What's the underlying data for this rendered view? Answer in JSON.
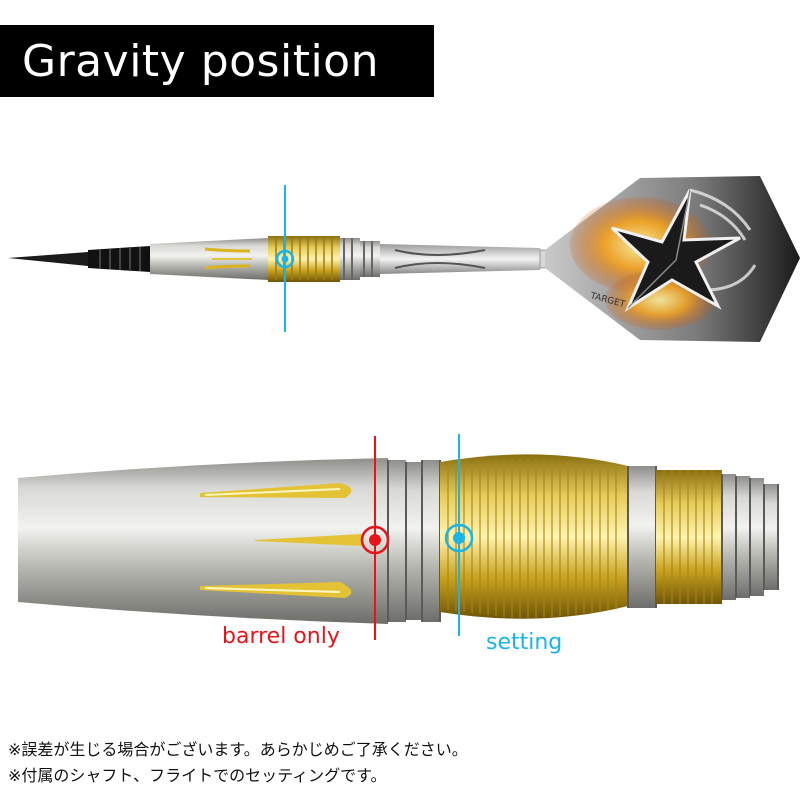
{
  "title": "Gravity position",
  "labels": {
    "barrel_only": "barrel only",
    "setting": "setting"
  },
  "notes": [
    "※誤差が生じる場合がございます。あらかじめご了承ください。",
    "※付属のシャフト、フライトでのセッティングです。"
  ],
  "flight_logo_text": "TARGET",
  "colors": {
    "barrel_only_marker": "#e8141a",
    "setting_marker": "#1ab4e8",
    "title_background": "#000000",
    "gold_grip": "#d9b41e",
    "steel": "#b8b8b4"
  },
  "icons": [
    "star-icon",
    "flame-wing-icon",
    "gravity-marker-icon"
  ]
}
